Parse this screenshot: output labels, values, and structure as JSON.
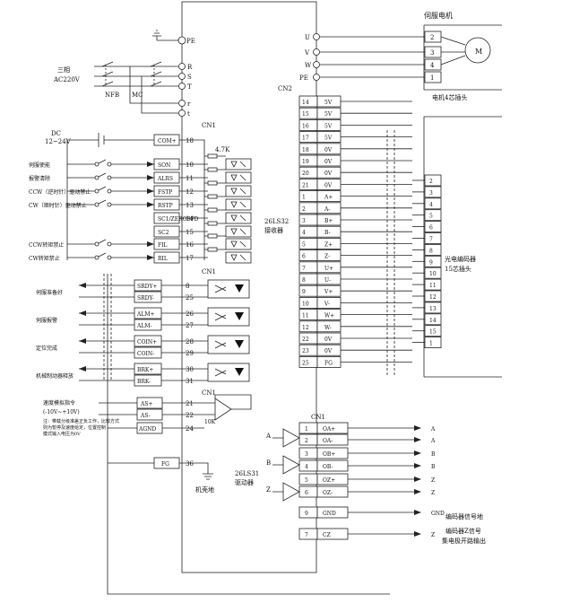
{
  "power": {
    "label_line1": "三相",
    "label_line2": "AC220V",
    "breaker_nfb": "NFB",
    "contactor_mc": "MC",
    "terminals": [
      "PE",
      "R",
      "S",
      "T",
      "r",
      "t"
    ]
  },
  "motor": {
    "title": "伺服电机",
    "connector_label": "电机4芯插头",
    "motor_symbol": "M",
    "phase_terminals": [
      "U",
      "V",
      "W",
      "PE"
    ],
    "pins": [
      "2",
      "3",
      "4",
      "1"
    ]
  },
  "cn_labels": {
    "cn1": "CN1",
    "cn2": "CN2"
  },
  "dc_supply": {
    "line1": "DC",
    "line2": "12~24V"
  },
  "resistor_label": "4.7K",
  "inputs": [
    {
      "desc": "伺服使能",
      "name": "SON",
      "pin": "10"
    },
    {
      "desc": "报警清除",
      "name": "ALRS",
      "pin": "11"
    },
    {
      "desc": "CCW（逆时针）驱动禁止",
      "name": "FSTP",
      "pin": "12"
    },
    {
      "desc": "CW（顺时针）驱动禁止",
      "name": "RSTP",
      "pin": "13"
    },
    {
      "desc": "",
      "name": "SC1/ZEROSPD",
      "pin": "14"
    },
    {
      "desc": "",
      "name": "SC2",
      "pin": "15"
    },
    {
      "desc": "CCW转矩禁止",
      "name": "FIL",
      "pin": "16"
    },
    {
      "desc": "CW转矩禁止",
      "name": "RIL",
      "pin": "17"
    }
  ],
  "com_input": {
    "name": "COM+",
    "pin": "18"
  },
  "outputs": [
    {
      "desc": "伺服准备好",
      "p_name": "SRDY+",
      "p_pin": "8",
      "n_name": "SRDY-",
      "n_pin": "25"
    },
    {
      "desc": "伺服报警",
      "p_name": "ALM+",
      "p_pin": "26",
      "n_name": "ALM-",
      "n_pin": "27"
    },
    {
      "desc": "定位完成",
      "p_name": "COIN+",
      "p_pin": "28",
      "n_name": "COIN-",
      "n_pin": "29"
    },
    {
      "desc": "机械制动器释放",
      "p_name": "BRK+",
      "p_pin": "30",
      "n_name": "BRK-",
      "n_pin": "31"
    }
  ],
  "analog": {
    "desc_line1": "速度模拟指令",
    "desc_line2": "(-10V~+10V)",
    "note_line1": "注：带载分级准差正负工作，比较方式",
    "note_line2": "则为暂停及速度给定，位置控制",
    "note_line3": "模式输入电压为0V",
    "resistor": "10K",
    "pins": [
      {
        "name": "AS+",
        "pin": "21"
      },
      {
        "name": "AS-",
        "pin": "22"
      },
      {
        "name": "AGND",
        "pin": "24"
      }
    ]
  },
  "fg": {
    "name": "FG",
    "pin": "36",
    "ground_label": "机壳地"
  },
  "encoder": {
    "receiver_line1": "26LS32",
    "receiver_line2": "接收器",
    "connector_line1": "光电编码器",
    "connector_line2": "15芯插头",
    "rows": [
      {
        "pin": "14",
        "name": "5V"
      },
      {
        "pin": "15",
        "name": "5V"
      },
      {
        "pin": "16",
        "name": "5V"
      },
      {
        "pin": "17",
        "name": "5V"
      },
      {
        "pin": "18",
        "name": "0V"
      },
      {
        "pin": "19",
        "name": "0V"
      },
      {
        "pin": "20",
        "name": "0V"
      },
      {
        "pin": "21",
        "name": "0V"
      },
      {
        "pin": "1",
        "name": "A+"
      },
      {
        "pin": "2",
        "name": "A-"
      },
      {
        "pin": "3",
        "name": "B+"
      },
      {
        "pin": "4",
        "name": "B-"
      },
      {
        "pin": "5",
        "name": "Z+"
      },
      {
        "pin": "6",
        "name": "Z-"
      },
      {
        "pin": "7",
        "name": "U+"
      },
      {
        "pin": "8",
        "name": "U-"
      },
      {
        "pin": "9",
        "name": "V+"
      },
      {
        "pin": "10",
        "name": "V-"
      },
      {
        "pin": "11",
        "name": "W+"
      },
      {
        "pin": "12",
        "name": "W-"
      },
      {
        "pin": "22",
        "name": "0V"
      },
      {
        "pin": "23",
        "name": "0V"
      },
      {
        "pin": "25",
        "name": "FG"
      }
    ],
    "plug_pins": [
      "2",
      "3",
      "4",
      "5",
      "6",
      "7",
      "8",
      "9",
      "10",
      "11",
      "12",
      "13",
      "14",
      "15",
      "1"
    ]
  },
  "output_driver": {
    "label_line1": "26LS31",
    "label_line2": "驱动器",
    "channel_labels": [
      "A",
      "B",
      "Z"
    ],
    "rows": [
      {
        "pin": "1",
        "name": "OA+",
        "ext": "A"
      },
      {
        "pin": "2",
        "name": "OA-",
        "ext": "A"
      },
      {
        "pin": "3",
        "name": "OB+",
        "ext": "B"
      },
      {
        "pin": "4",
        "name": "OB-",
        "ext": "B"
      },
      {
        "pin": "5",
        "name": "OZ+",
        "ext": "Z"
      },
      {
        "pin": "6",
        "name": "OZ-",
        "ext": "Z"
      },
      {
        "pin": "9",
        "name": "GND",
        "ext": "GND"
      },
      {
        "pin": "7",
        "name": "CZ",
        "ext": "Z"
      }
    ],
    "gnd_desc": "编码器信号地",
    "cz_desc_line1": "编码器Z信号",
    "cz_desc_line2": "集电极开路输出"
  }
}
